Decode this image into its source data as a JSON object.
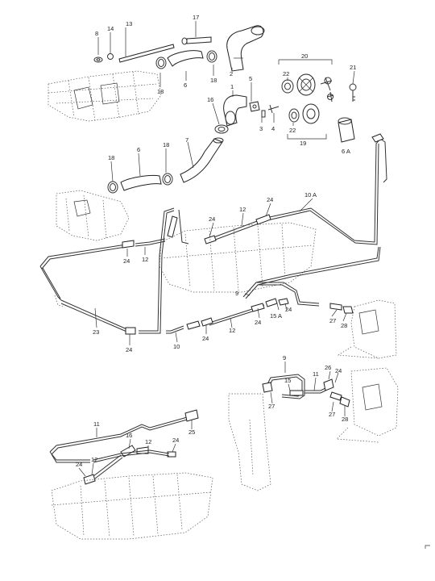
{
  "labels": [
    "8",
    "14",
    "13",
    "17",
    "2",
    "18",
    "6",
    "18",
    "1",
    "5",
    "3",
    "4",
    "16",
    "20",
    "22",
    "21",
    "22",
    "19",
    "6 A",
    "18",
    "6",
    "18",
    "7",
    "10 A",
    "24",
    "12",
    "24",
    "24",
    "12",
    "9",
    "15 A",
    "24",
    "27",
    "28",
    "23",
    "24",
    "10",
    "24",
    "12",
    "24",
    "9",
    "26",
    "24",
    "11",
    "15",
    "27",
    "27",
    "28",
    "11",
    "25",
    "16",
    "12",
    "24",
    "24",
    "12"
  ]
}
